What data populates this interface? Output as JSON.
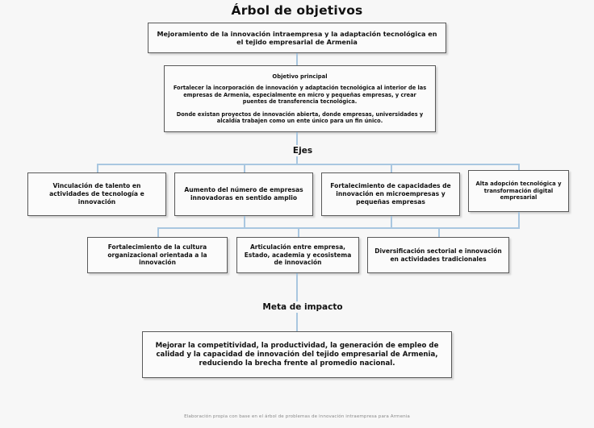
{
  "title": "Árbol de objetivos",
  "goal": {
    "text": "Mejoramiento de la innovación intraempresa y la adaptación tecnológica en el tejido empresarial de Armenia"
  },
  "objective": {
    "heading": "Objetivo principal",
    "paragraph_1": "Fortalecer la incorporación de innovación y adaptación tecnológica al interior de las empresas de Armenia, especialmente en micro y pequeñas empresas, y crear puentes de transferencia tecnológica.",
    "paragraph_2": "Donde existan proyectos de innovación abierta, donde empresas, universidades y alcaldía trabajen como un ente único para un fin único."
  },
  "sections": {
    "axes_label": "Ejes",
    "impact_label": "Meta de impacto"
  },
  "axes": [
    {
      "id": "axis-1",
      "text": "Vinculación de talento en actividades de tecnología e innovación"
    },
    {
      "id": "axis-2",
      "text": "Aumento del número de empresas innovadoras en sentido amplio"
    },
    {
      "id": "axis-3",
      "text": "Fortalecimiento de capacidades de innovación en microempresas y pequeñas empresas"
    },
    {
      "id": "axis-4",
      "text": "Alta adopción tecnológica y transformación digital empresarial"
    },
    {
      "id": "axis-5",
      "text": "Fortalecimiento de la cultura organizacional orientada a la innovación"
    },
    {
      "id": "axis-6",
      "text": "Articulación entre empresa, Estado, academia y ecosistema de innovación"
    },
    {
      "id": "axis-7",
      "text": "Diversificación sectorial e innovación en actividades tradicionales"
    }
  ],
  "impact": {
    "text": "Mejorar la competitividad, la productividad, la generación de empleo de calidad y la capacidad de innovación del tejido empresarial de Armenia, reduciendo la brecha frente al promedio nacional."
  },
  "footer": {
    "note": "Elaboración propia con base en el árbol de problemas de innovación intraempresa para Armenia"
  },
  "colors": {
    "background": "#f7f7f7",
    "connector": "#a9c7e0",
    "box_border": "#595959",
    "box_fill": "#fbfbfb",
    "text": "#111111",
    "footer_text": "#8a8a8a"
  }
}
